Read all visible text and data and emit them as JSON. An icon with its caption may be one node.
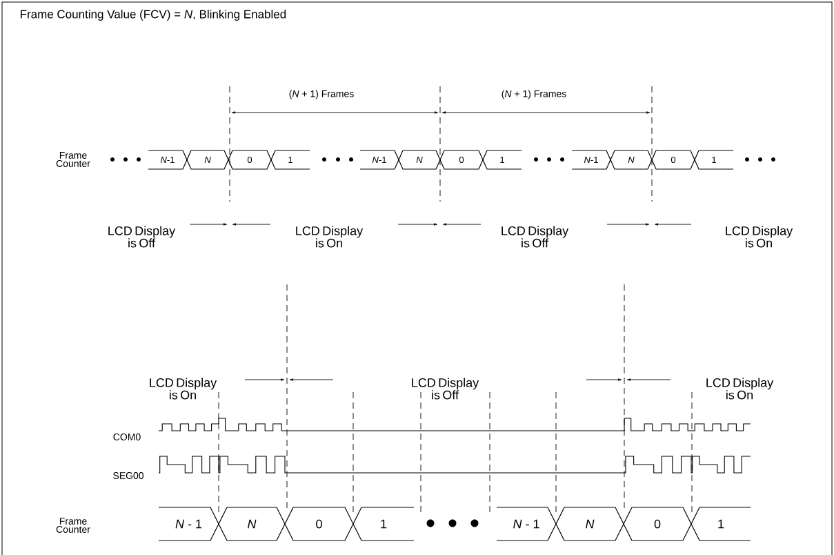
{
  "diagram": {
    "title": "Frame Counting Value (FCV) = *N*, Blinking Enabled",
    "nodes": [
      {
        "text": [
          "*N*-1"
        ]
      },
      {
        "text": [
          "*N*"
        ]
      },
      {
        "text": [
          "0"
        ]
      },
      {
        "text": [
          "1"
        ]
      },
      {
        "text": [
          "*N*-1"
        ]
      },
      {
        "text": [
          "*N*"
        ]
      },
      {
        "text": [
          "0"
        ]
      },
      {
        "text": [
          "1"
        ]
      },
      {
        "text": [
          "*N*-1"
        ]
      },
      {
        "text": [
          "*N*"
        ]
      },
      {
        "text": [
          "0"
        ]
      },
      {
        "text": [
          "1"
        ]
      },
      {
        "text": [
          "*N* - 1"
        ]
      },
      {
        "text": [
          "*N*"
        ]
      },
      {
        "text": [
          "0"
        ]
      },
      {
        "text": [
          "1"
        ]
      },
      {
        "text": [
          "*N* - 1"
        ]
      },
      {
        "text": [
          "*N*"
        ]
      },
      {
        "text": [
          "0"
        ]
      },
      {
        "text": [
          "1"
        ]
      }
    ],
    "labels": [
      "(*N* + 1) Frames",
      "(*N* + 1) Frames",
      "Frame Counter",
      "LCD Display is Off",
      "LCD Display is On",
      "LCD Display is Off",
      "LCD Display is On",
      "LCD Display is On",
      "LCD Display is Off",
      "LCD Display is On",
      "COM0",
      "SEG00",
      "Frame Counter"
    ]
  }
}
